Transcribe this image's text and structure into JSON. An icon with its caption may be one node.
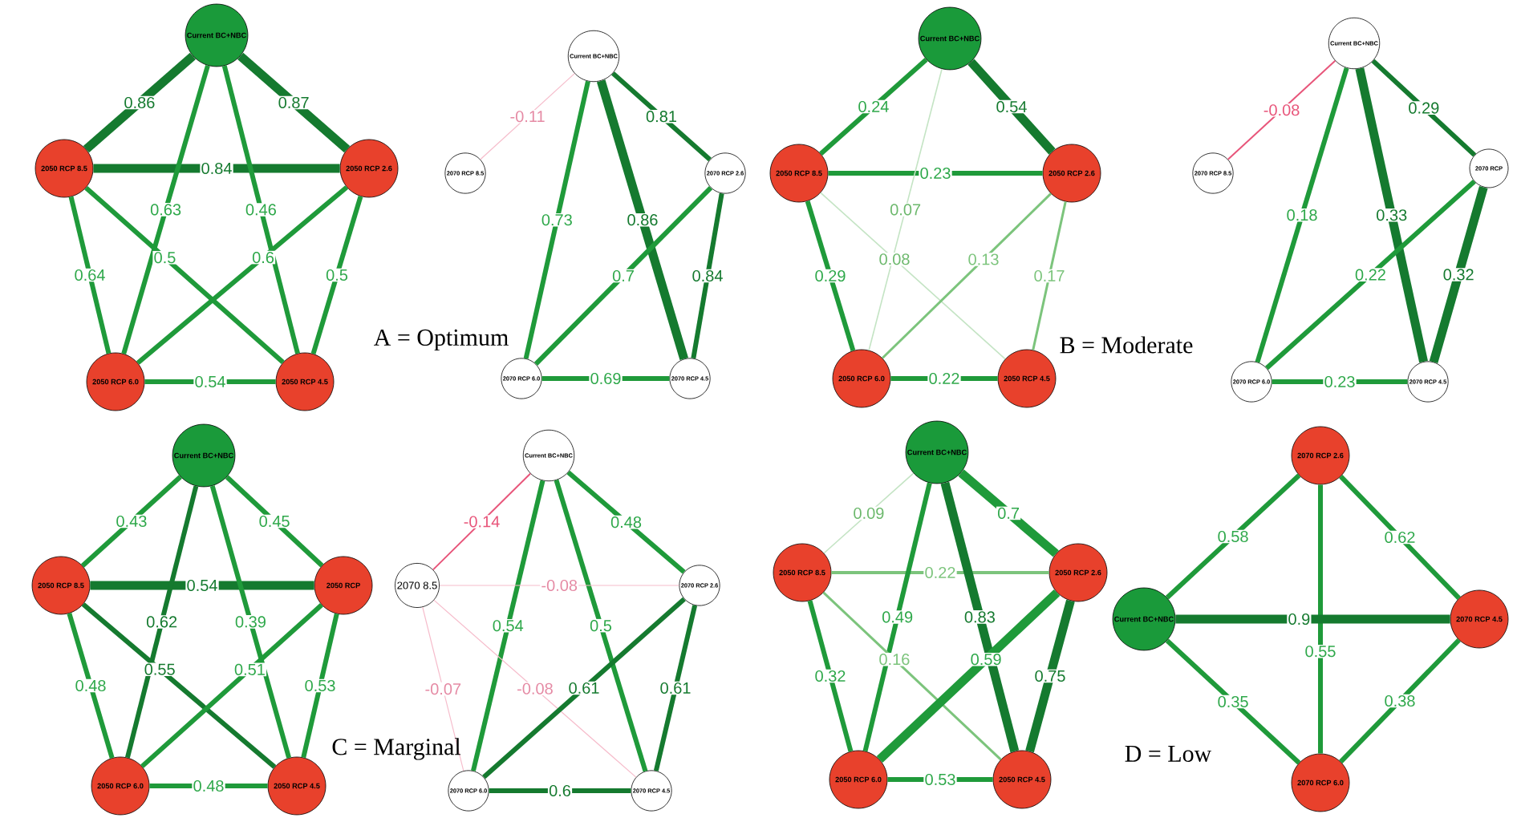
{
  "diagram": {
    "nodes": [
      {
        "text": [
          "Current BC+NBC"
        ]
      },
      {
        "text": [
          "2050 RCP 8.5"
        ]
      },
      {
        "text": [
          "2050 RCP 2.6"
        ]
      },
      {
        "text": [
          "2050 RCP 6.0"
        ]
      },
      {
        "text": [
          "2050 RCP 4.5"
        ]
      },
      {
        "text": [
          "Current BC+NBC"
        ]
      },
      {
        "text": [
          "2070 RCP 8.5"
        ]
      },
      {
        "text": [
          "2070 RCP 2.6"
        ]
      },
      {
        "text": [
          "2070 RCP 6.0"
        ]
      },
      {
        "text": [
          "2070 RCP 4.5"
        ]
      },
      {
        "text": [
          "Current BC+NBC"
        ]
      },
      {
        "text": [
          "2050 RCP 8.5"
        ]
      },
      {
        "text": [
          "2050 RCP 2.6"
        ]
      },
      {
        "text": [
          "2050 RCP 6.0"
        ]
      },
      {
        "text": [
          "2050 RCP 4.5"
        ]
      },
      {
        "text": [
          "Current BC+NBC"
        ]
      },
      {
        "text": [
          "2070 RCP 8.5"
        ]
      },
      {
        "text": [
          "2070 RCP"
        ]
      },
      {
        "text": [
          "2070 RCP 6.0"
        ]
      },
      {
        "text": [
          "2070 RCP 4.5"
        ]
      },
      {
        "text": [
          "Current BC+NBC"
        ]
      },
      {
        "text": [
          "2050 RCP 8.5"
        ]
      },
      {
        "text": [
          "2050 RCP"
        ]
      },
      {
        "text": [
          "2050 RCP 6.0"
        ]
      },
      {
        "text": [
          "2050 RCP 4.5"
        ]
      },
      {
        "text": [
          "Current BC+NBC"
        ]
      },
      {
        "text": [
          "2070 8.5"
        ]
      },
      {
        "text": [
          "2070 RCP 2.6"
        ]
      },
      {
        "text": [
          "2070 RCP 6.0"
        ]
      },
      {
        "text": [
          "2070 RCP 4.5"
        ]
      },
      {
        "text": [
          "Current BC+NBC"
        ]
      },
      {
        "text": [
          "2050 RCP 8.5"
        ]
      },
      {
        "text": [
          "2050 RCP 2.6"
        ]
      },
      {
        "text": [
          "2050 RCP 6.0"
        ]
      },
      {
        "text": [
          "2050 RCP 4.5"
        ]
      },
      {
        "text": [
          "2070 RCP 2.6"
        ]
      },
      {
        "text": [
          "Current BC+NBC"
        ]
      },
      {
        "text": [
          "2070 RCP 4.5"
        ]
      },
      {
        "text": [
          "2070 RCP 6.0"
        ]
      }
    ],
    "edges": [
      {
        "from": 0,
        "to": 1,
        "label": "0.86",
        "arrow": "none",
        "style": "thick",
        "color": "#157a2f"
      },
      {
        "from": 0,
        "to": 2,
        "label": "0.87",
        "arrow": "none",
        "style": "thick",
        "color": "#157a2f"
      },
      {
        "from": 1,
        "to": 2,
        "label": "0.84",
        "arrow": "none",
        "style": "thick",
        "color": "#157a2f"
      },
      {
        "from": 0,
        "to": 3,
        "label": "0.63",
        "arrow": "none"
      },
      {
        "from": 0,
        "to": 4,
        "label": "0.46",
        "arrow": "none"
      },
      {
        "from": 1,
        "to": 3,
        "label": "0.64",
        "arrow": "none"
      },
      {
        "from": 1,
        "to": 4,
        "label": "0.5",
        "arrow": "none"
      },
      {
        "from": 2,
        "to": 3,
        "label": "0.6",
        "arrow": "none"
      },
      {
        "from": 2,
        "to": 4,
        "label": "0.5",
        "arrow": "none"
      },
      {
        "from": 3,
        "to": 4,
        "label": "0.54",
        "arrow": "none"
      },
      {
        "from": 5,
        "to": 6,
        "label": "-0.11",
        "arrow": "none",
        "color": "#f6bccb"
      },
      {
        "from": 5,
        "to": 7,
        "label": "0.81",
        "arrow": "none",
        "color": "#157a2f"
      },
      {
        "from": 5,
        "to": 8,
        "label": "0.73",
        "arrow": "none"
      },
      {
        "from": 5,
        "to": 9,
        "label": "0.86",
        "arrow": "none",
        "style": "thick",
        "color": "#157a2f"
      },
      {
        "from": 7,
        "to": 8,
        "label": "0.7",
        "arrow": "none"
      },
      {
        "from": 7,
        "to": 9,
        "label": "0.84",
        "arrow": "none",
        "color": "#157a2f"
      },
      {
        "from": 8,
        "to": 9,
        "label": "0.69",
        "arrow": "none"
      },
      {
        "from": 10,
        "to": 11,
        "label": "0.24",
        "arrow": "none"
      },
      {
        "from": 10,
        "to": 12,
        "label": "0.54",
        "arrow": "none",
        "style": "thick",
        "color": "#157a2f"
      },
      {
        "from": 11,
        "to": 12,
        "label": "0.23",
        "arrow": "none"
      },
      {
        "from": 10,
        "to": 13,
        "label": "0.07",
        "arrow": "none",
        "color": "#c4e4c4"
      },
      {
        "from": 11,
        "to": 13,
        "label": "0.29",
        "arrow": "none"
      },
      {
        "from": 11,
        "to": 14,
        "label": "0.08",
        "arrow": "none",
        "color": "#c4e4c4"
      },
      {
        "from": 12,
        "to": 13,
        "label": "0.13",
        "arrow": "none",
        "color": "#7cc47c"
      },
      {
        "from": 12,
        "to": 14,
        "label": "0.17",
        "arrow": "none",
        "color": "#7cc47c"
      },
      {
        "from": 13,
        "to": 14,
        "label": "0.22",
        "arrow": "none"
      },
      {
        "from": 15,
        "to": 16,
        "label": "-0.08",
        "arrow": "none",
        "color": "#e8557a"
      },
      {
        "from": 15,
        "to": 17,
        "label": "0.29",
        "arrow": "none",
        "color": "#157a2f"
      },
      {
        "from": 15,
        "to": 18,
        "label": "0.18",
        "arrow": "none"
      },
      {
        "from": 15,
        "to": 19,
        "label": "0.33",
        "arrow": "none",
        "style": "thick",
        "color": "#157a2f"
      },
      {
        "from": 17,
        "to": 18,
        "label": "0.22",
        "arrow": "none"
      },
      {
        "from": 17,
        "to": 19,
        "label": "0.32",
        "arrow": "none",
        "style": "thick",
        "color": "#157a2f"
      },
      {
        "from": 18,
        "to": 19,
        "label": "0.23",
        "arrow": "none"
      },
      {
        "from": 20,
        "to": 21,
        "label": "0.43",
        "arrow": "none"
      },
      {
        "from": 20,
        "to": 22,
        "label": "0.45",
        "arrow": "none"
      },
      {
        "from": 21,
        "to": 22,
        "label": "0.54",
        "arrow": "none",
        "style": "thick",
        "color": "#157a2f"
      },
      {
        "from": 20,
        "to": 23,
        "label": "0.62",
        "arrow": "none",
        "color": "#157a2f"
      },
      {
        "from": 20,
        "to": 24,
        "label": "0.39",
        "arrow": "none"
      },
      {
        "from": 21,
        "to": 23,
        "label": "0.48",
        "arrow": "none"
      },
      {
        "from": 21,
        "to": 24,
        "label": "0.55",
        "arrow": "none",
        "color": "#157a2f"
      },
      {
        "from": 22,
        "to": 23,
        "label": "0.51",
        "arrow": "none"
      },
      {
        "from": 22,
        "to": 24,
        "label": "0.53",
        "arrow": "none"
      },
      {
        "from": 23,
        "to": 24,
        "label": "0.48",
        "arrow": "none"
      },
      {
        "from": 25,
        "to": 26,
        "label": "-0.14",
        "arrow": "none",
        "color": "#e8557a"
      },
      {
        "from": 25,
        "to": 27,
        "label": "0.48",
        "arrow": "none"
      },
      {
        "from": 25,
        "to": 28,
        "label": "0.54",
        "arrow": "none"
      },
      {
        "from": 25,
        "to": 29,
        "label": "0.5",
        "arrow": "none"
      },
      {
        "from": 26,
        "to": 27,
        "label": "-0.08",
        "arrow": "none",
        "color": "#f6bccb"
      },
      {
        "from": 26,
        "to": 28,
        "label": "-0.07",
        "arrow": "none",
        "color": "#f6bccb"
      },
      {
        "from": 26,
        "to": 29,
        "label": "-0.08",
        "arrow": "none",
        "color": "#f6bccb"
      },
      {
        "from": 27,
        "to": 28,
        "label": "0.61",
        "arrow": "none",
        "color": "#157a2f"
      },
      {
        "from": 27,
        "to": 29,
        "label": "0.61",
        "arrow": "none",
        "color": "#157a2f"
      },
      {
        "from": 28,
        "to": 29,
        "label": "0.6",
        "arrow": "none",
        "color": "#157a2f"
      },
      {
        "from": 30,
        "to": 31,
        "label": "0.09",
        "arrow": "none",
        "color": "#c4e4c4"
      },
      {
        "from": 30,
        "to": 32,
        "label": "0.7",
        "arrow": "none",
        "style": "thick"
      },
      {
        "from": 31,
        "to": 32,
        "label": "0.22",
        "arrow": "none",
        "color": "#7cc47c"
      },
      {
        "from": 30,
        "to": 33,
        "label": "0.49",
        "arrow": "none"
      },
      {
        "from": 30,
        "to": 34,
        "label": "0.83",
        "arrow": "none",
        "style": "thick",
        "color": "#157a2f"
      },
      {
        "from": 31,
        "to": 33,
        "label": "0.32",
        "arrow": "none"
      },
      {
        "from": 31,
        "to": 34,
        "label": "0.16",
        "arrow": "none",
        "color": "#7cc47c"
      },
      {
        "from": 32,
        "to": 33,
        "label": "0.59",
        "arrow": "none",
        "style": "thick"
      },
      {
        "from": 32,
        "to": 34,
        "label": "0.75",
        "arrow": "none",
        "style": "thick",
        "color": "#157a2f"
      },
      {
        "from": 33,
        "to": 34,
        "label": "0.53",
        "arrow": "none"
      },
      {
        "from": 35,
        "to": 36,
        "label": "0.58",
        "arrow": "none"
      },
      {
        "from": 35,
        "to": 37,
        "label": "0.62",
        "arrow": "none"
      },
      {
        "from": 35,
        "to": 38,
        "label": "0.55",
        "arrow": "none"
      },
      {
        "from": 36,
        "to": 37,
        "label": "0.9",
        "arrow": "none",
        "style": "thick",
        "color": "#157a2f"
      },
      {
        "from": 36,
        "to": 38,
        "label": "0.35",
        "arrow": "none"
      },
      {
        "from": 37,
        "to": 38,
        "label": "0.38",
        "arrow": "none"
      }
    ],
    "labels": [
      "A = Optimum",
      "B = Moderate",
      "C = Marginal",
      "D = Low"
    ]
  }
}
